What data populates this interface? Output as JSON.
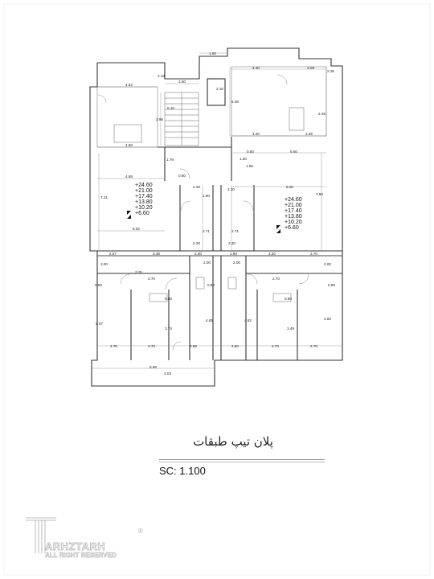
{
  "plan": {
    "title": "پلان تیپ طبقات",
    "scale": "SC: 1.100"
  },
  "elevations_left": [
    "+24.60",
    "+21.00",
    "+17.40",
    "+13.80",
    "+10.20",
    "+6.60"
  ],
  "elevations_right": [
    "+24.60",
    "+21.00",
    "+17.40",
    "+13.80",
    "+10.20",
    "+6.60"
  ],
  "dims": {
    "top_1": "1.60",
    "top_2": "2.50",
    "top_3": "2.10",
    "top_4": "2.18",
    "top_5": "4.52",
    "top_6": "4.30",
    "top_7": "3.09",
    "top_8": "2.35",
    "top_9": "6.08",
    "top_10": "5.10",
    "top_11": "3.96",
    "top_12": "2.45",
    "top_13": "4.60",
    "top_14": "4.30",
    "top_15": "3.29",
    "top_16": "1.50",
    "top_17": "5.60",
    "top_18": "1.79",
    "top_19": "1.85",
    "mid_1": "4.65",
    "mid_2": "6.00",
    "mid_3": "7.21",
    "mid_4": "7.80",
    "mid_5": "2.30",
    "mid_6": "1.90",
    "mid_7": "2.30",
    "mid_8": "2.71",
    "mid_9": "2.71",
    "mid_10": "6.02",
    "mid_11": "2.30",
    "mid_12": "2.30",
    "row_1": "2.57",
    "row_2": "3.38",
    "row_3": "2.30",
    "row_4": "1.90",
    "row_5": "3.20",
    "row_6": "2.70",
    "row_7": "3.00",
    "row_8": "3.25",
    "row_9": "2.00",
    "row_10": "2.00",
    "row_11": "2.00",
    "row_12": "2.70",
    "row_13": "2.70",
    "low_1": "5.07",
    "low_2": "3.74",
    "low_3": "4.85",
    "low_4": "4.82",
    "low_5": "3.49",
    "low_6": "4.80",
    "bot_1": "2.70",
    "bot_2": "2.70",
    "bot_3": "2.98",
    "bot_4": "2.80",
    "bot_5": "2.70",
    "bot_6": "2.70",
    "bot_7": "8.68",
    "bot_8": "2.03"
  },
  "tag_label": "0.80",
  "logo": {
    "brand": "ARHZTARH",
    "letter": "T",
    "tagline": "ALL RIGHT RESERVED",
    "registered": "®"
  }
}
